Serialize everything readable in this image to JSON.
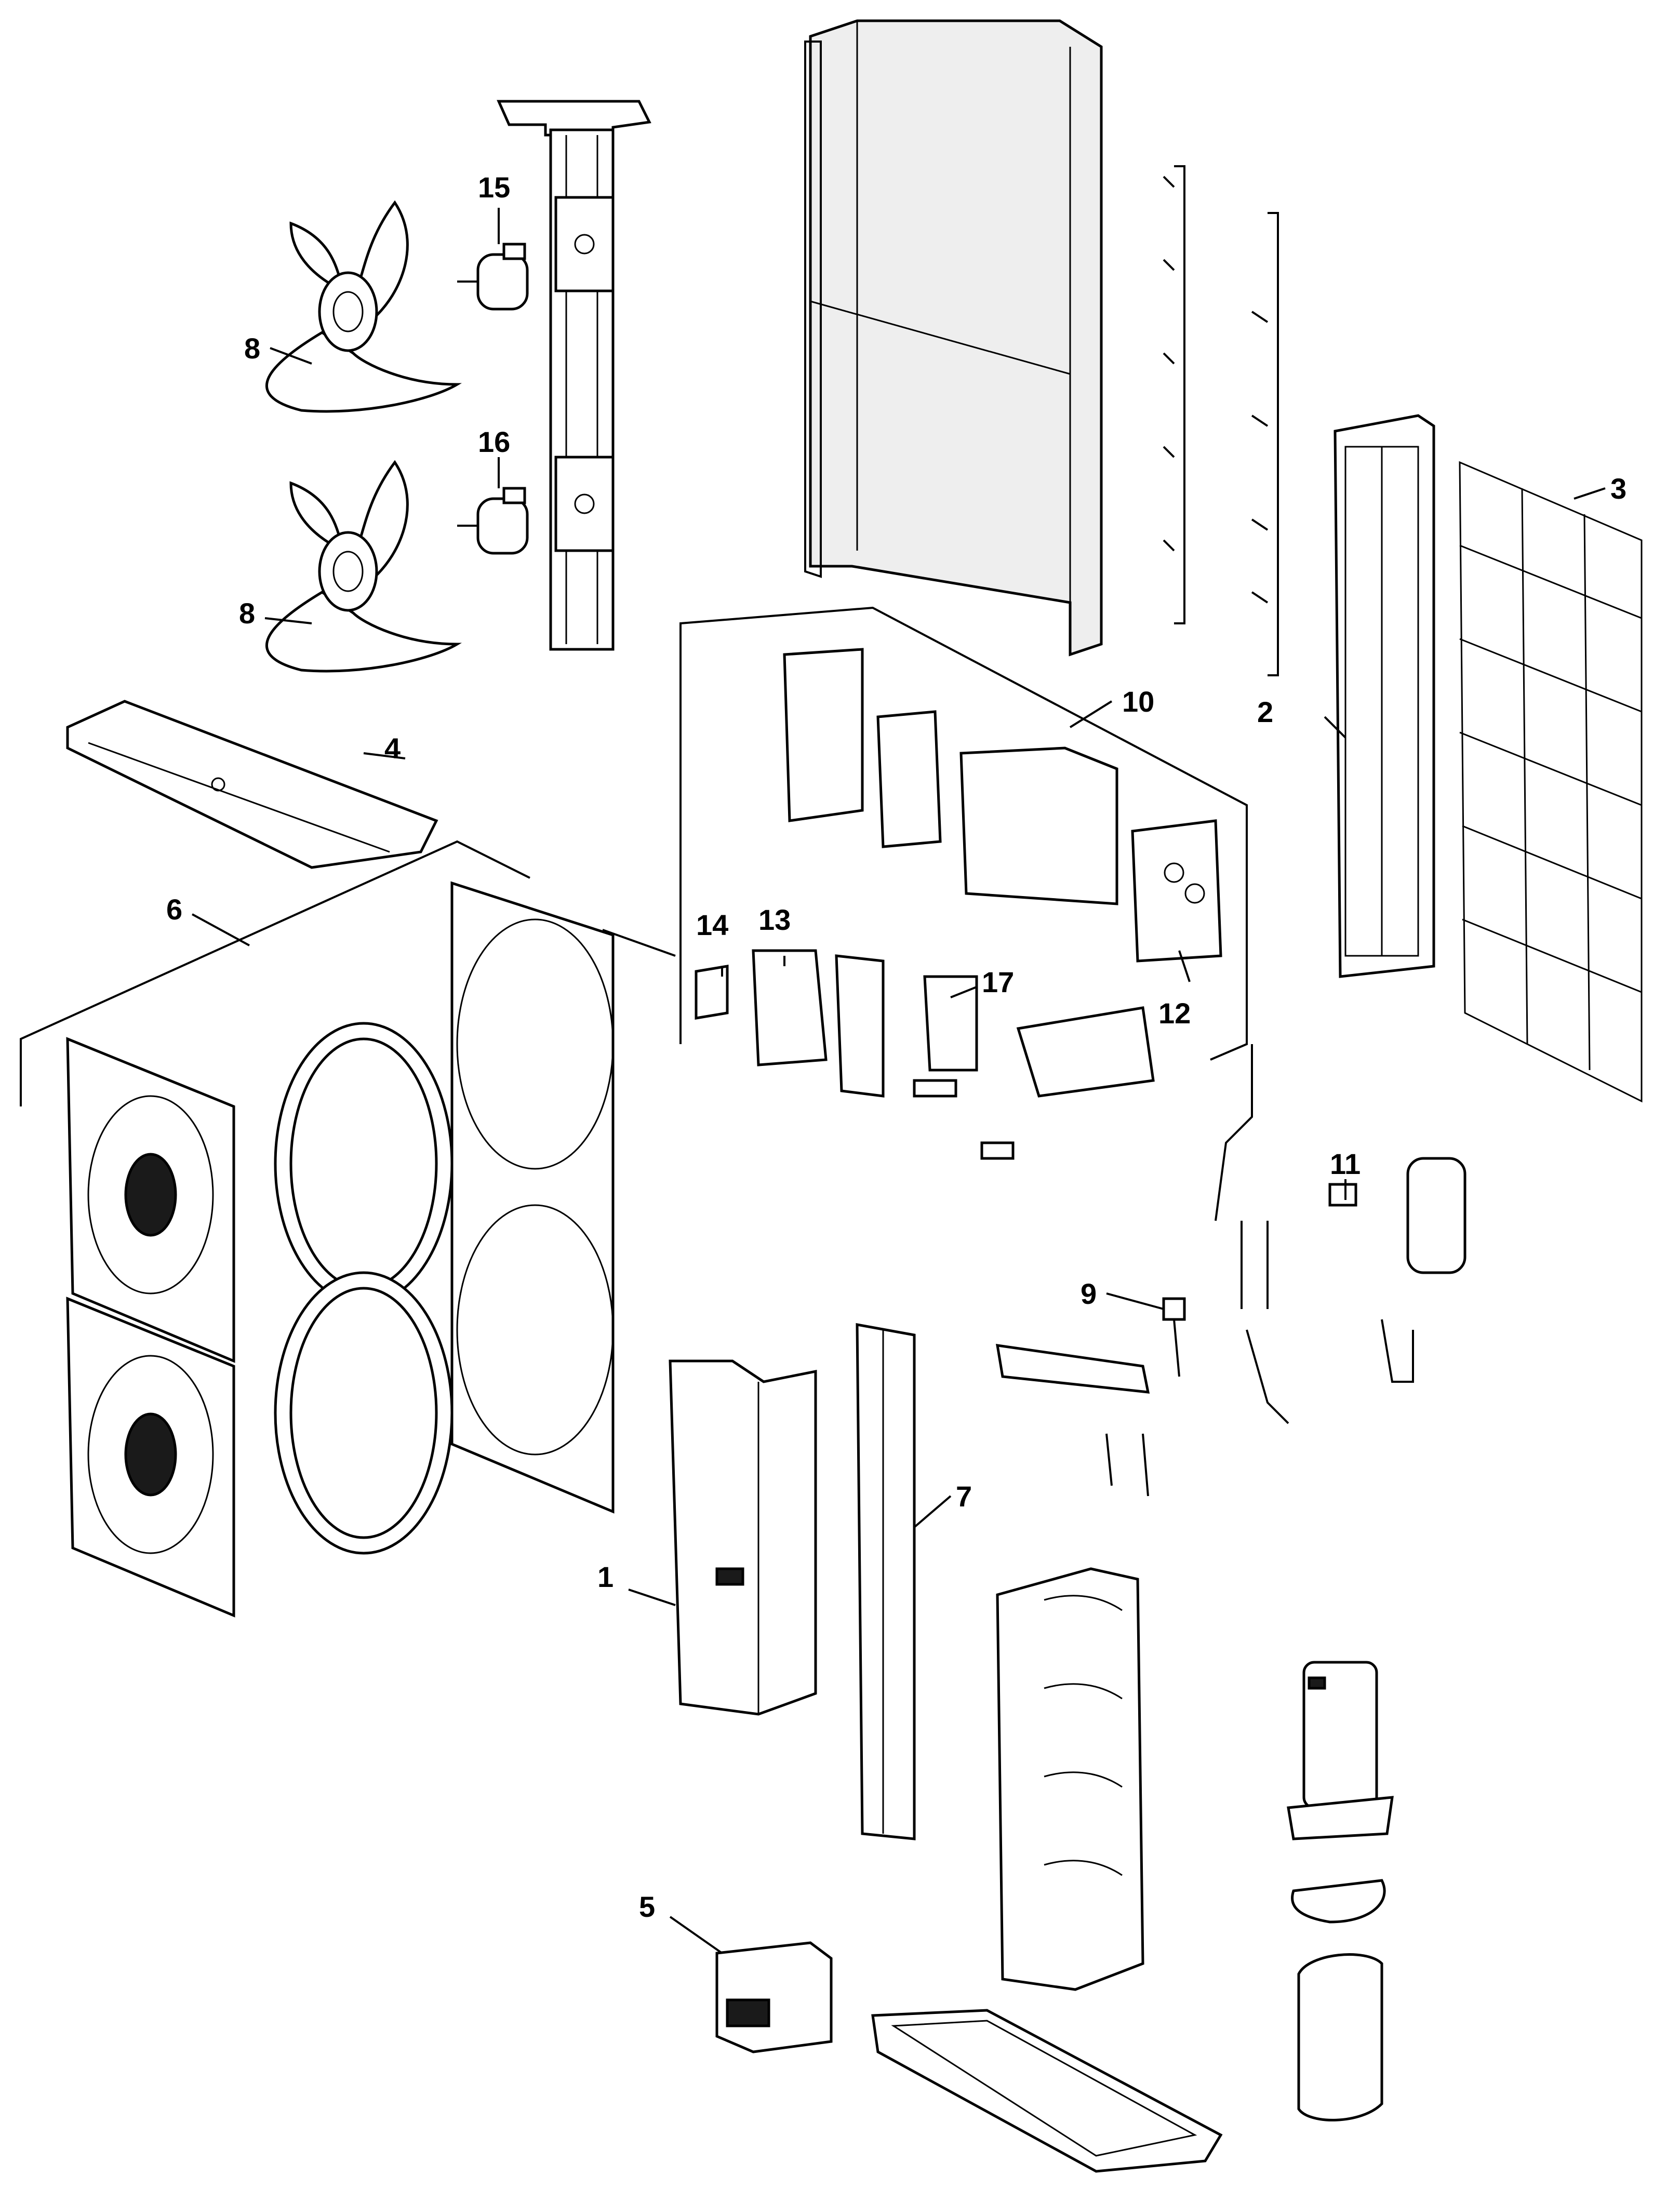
{
  "diagram": {
    "callouts": [
      {
        "id": "c1",
        "label": "1"
      },
      {
        "id": "c2",
        "label": "2"
      },
      {
        "id": "c3",
        "label": "3"
      },
      {
        "id": "c4",
        "label": "4"
      },
      {
        "id": "c5",
        "label": "5"
      },
      {
        "id": "c6",
        "label": "6"
      },
      {
        "id": "c7",
        "label": "7"
      },
      {
        "id": "c8a",
        "label": "8"
      },
      {
        "id": "c8b",
        "label": "8"
      },
      {
        "id": "c9",
        "label": "9"
      },
      {
        "id": "c10",
        "label": "10"
      },
      {
        "id": "c11",
        "label": "11"
      },
      {
        "id": "c12",
        "label": "12"
      },
      {
        "id": "c13",
        "label": "13"
      },
      {
        "id": "c14",
        "label": "14"
      },
      {
        "id": "c15",
        "label": "15"
      },
      {
        "id": "c16",
        "label": "16"
      },
      {
        "id": "c17",
        "label": "17"
      }
    ]
  }
}
